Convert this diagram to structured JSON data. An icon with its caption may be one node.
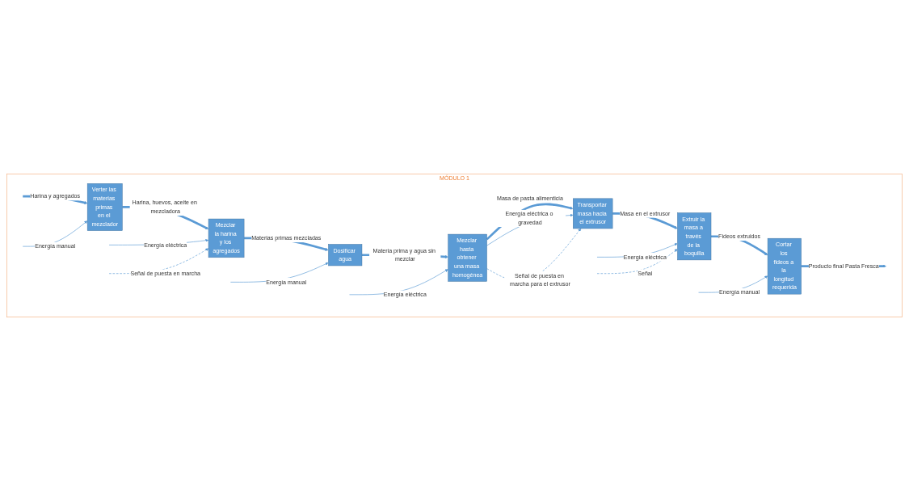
{
  "diagram": {
    "nodes": [
      {
        "text": [
          "MÓDULO 1"
        ]
      },
      {
        "text": [
          "Verter las materias primas en el mezclador"
        ],
        "in": 0
      },
      {
        "text": [
          "Mezclar la harina y los agregados"
        ],
        "in": 0
      },
      {
        "text": [
          "Dosificar agua"
        ],
        "in": 0
      },
      {
        "text": [
          "Mezclar hasta obtener una masa homogénea"
        ],
        "in": 0
      },
      {
        "text": [
          "Transportar masa hacia el extrusor"
        ],
        "in": 0
      },
      {
        "text": [
          "Extruir la masa a través de la boquilla"
        ],
        "in": 0
      },
      {
        "text": [
          "Cortar los fideos a la longitud requerida"
        ],
        "in": 0
      }
    ],
    "edges": [
      {
        "from": null,
        "to": 1,
        "arrow": "to",
        "label": "Harina y agregados",
        "style": "thick"
      },
      {
        "from": null,
        "to": 1,
        "arrow": "to",
        "label": "Energía manual"
      },
      {
        "from": 1,
        "to": 2,
        "arrow": "to",
        "label": "Harina, huevos, aceite en mezcladora",
        "style": "thick"
      },
      {
        "from": null,
        "to": 2,
        "arrow": "to",
        "label": "Energía eléctrica"
      },
      {
        "from": null,
        "to": 2,
        "arrow": "to",
        "label": "Señal de puesta en marcha",
        "style": "dashed"
      },
      {
        "from": 2,
        "to": 3,
        "arrow": "to",
        "label": "Materias primas mezcladas",
        "style": "thick"
      },
      {
        "from": null,
        "to": 3,
        "arrow": "to",
        "label": "Energía manual"
      },
      {
        "from": 3,
        "to": 4,
        "arrow": "to",
        "label": "Materia prima y agua sin mezclar",
        "style": "thick"
      },
      {
        "from": null,
        "to": 4,
        "arrow": "to",
        "label": "Energía eléctrica"
      },
      {
        "from": 4,
        "to": 5,
        "arrow": "to",
        "label": "Masa de pasta alimenticia",
        "style": "thick"
      },
      {
        "from": 4,
        "to": 5,
        "arrow": "to",
        "label": "Energía eléctrica o gravedad"
      },
      {
        "from": 4,
        "to": 5,
        "arrow": "to",
        "label": "Señal de puesta en marcha para el extrusor",
        "style": "dashed"
      },
      {
        "from": 5,
        "to": 6,
        "arrow": "to",
        "label": "Masa en el extrusor",
        "style": "thick"
      },
      {
        "from": null,
        "to": 6,
        "arrow": "to",
        "label": "Energía eléctrica"
      },
      {
        "from": null,
        "to": 6,
        "arrow": "to",
        "label": "Señal",
        "style": "dashed"
      },
      {
        "from": 6,
        "to": 7,
        "arrow": "to",
        "label": "Fideos extruidos",
        "style": "thick"
      },
      {
        "from": null,
        "to": 7,
        "arrow": "to",
        "label": "Energía manual"
      },
      {
        "from": 7,
        "to": null,
        "arrow": "to",
        "label": "Producto final Pasta Fresca",
        "style": "thick"
      }
    ]
  }
}
